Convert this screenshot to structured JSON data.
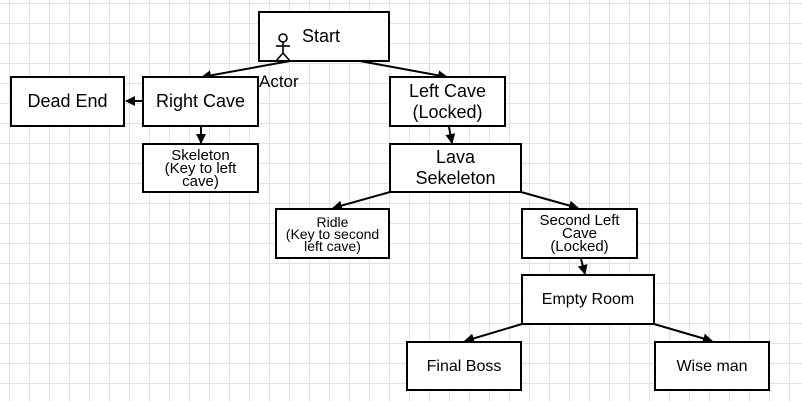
{
  "diagram": {
    "nodes": {
      "start": "Start",
      "dead_end": "Dead End",
      "right_cave": "Right Cave",
      "left_cave": "Left Cave\n(Locked)",
      "skeleton": "Skeleton\n(Key to left\ncave)",
      "lava_skeleton": "Lava\nSekeleton",
      "ridle": "Ridle\n(Key to second\nleft cave)",
      "second_left_cave": "Second Left\nCave\n(Locked)",
      "empty_room": "Empty Room",
      "final_boss": "Final Boss",
      "wise_man": "Wise man"
    },
    "actor": {
      "label": "Actor",
      "icon": "stick-figure-actor-icon"
    },
    "edges": [
      [
        "start",
        "right_cave"
      ],
      [
        "start",
        "left_cave"
      ],
      [
        "right_cave",
        "dead_end"
      ],
      [
        "right_cave",
        "skeleton"
      ],
      [
        "left_cave",
        "lava_skeleton"
      ],
      [
        "lava_skeleton",
        "ridle"
      ],
      [
        "lava_skeleton",
        "second_left_cave"
      ],
      [
        "second_left_cave",
        "empty_room"
      ],
      [
        "empty_room",
        "final_boss"
      ],
      [
        "empty_room",
        "wise_man"
      ]
    ]
  },
  "colors": {
    "stroke": "#000000",
    "node_fill": "#ffffff",
    "grid": "#e2e2e2",
    "background": "#ffffff"
  }
}
